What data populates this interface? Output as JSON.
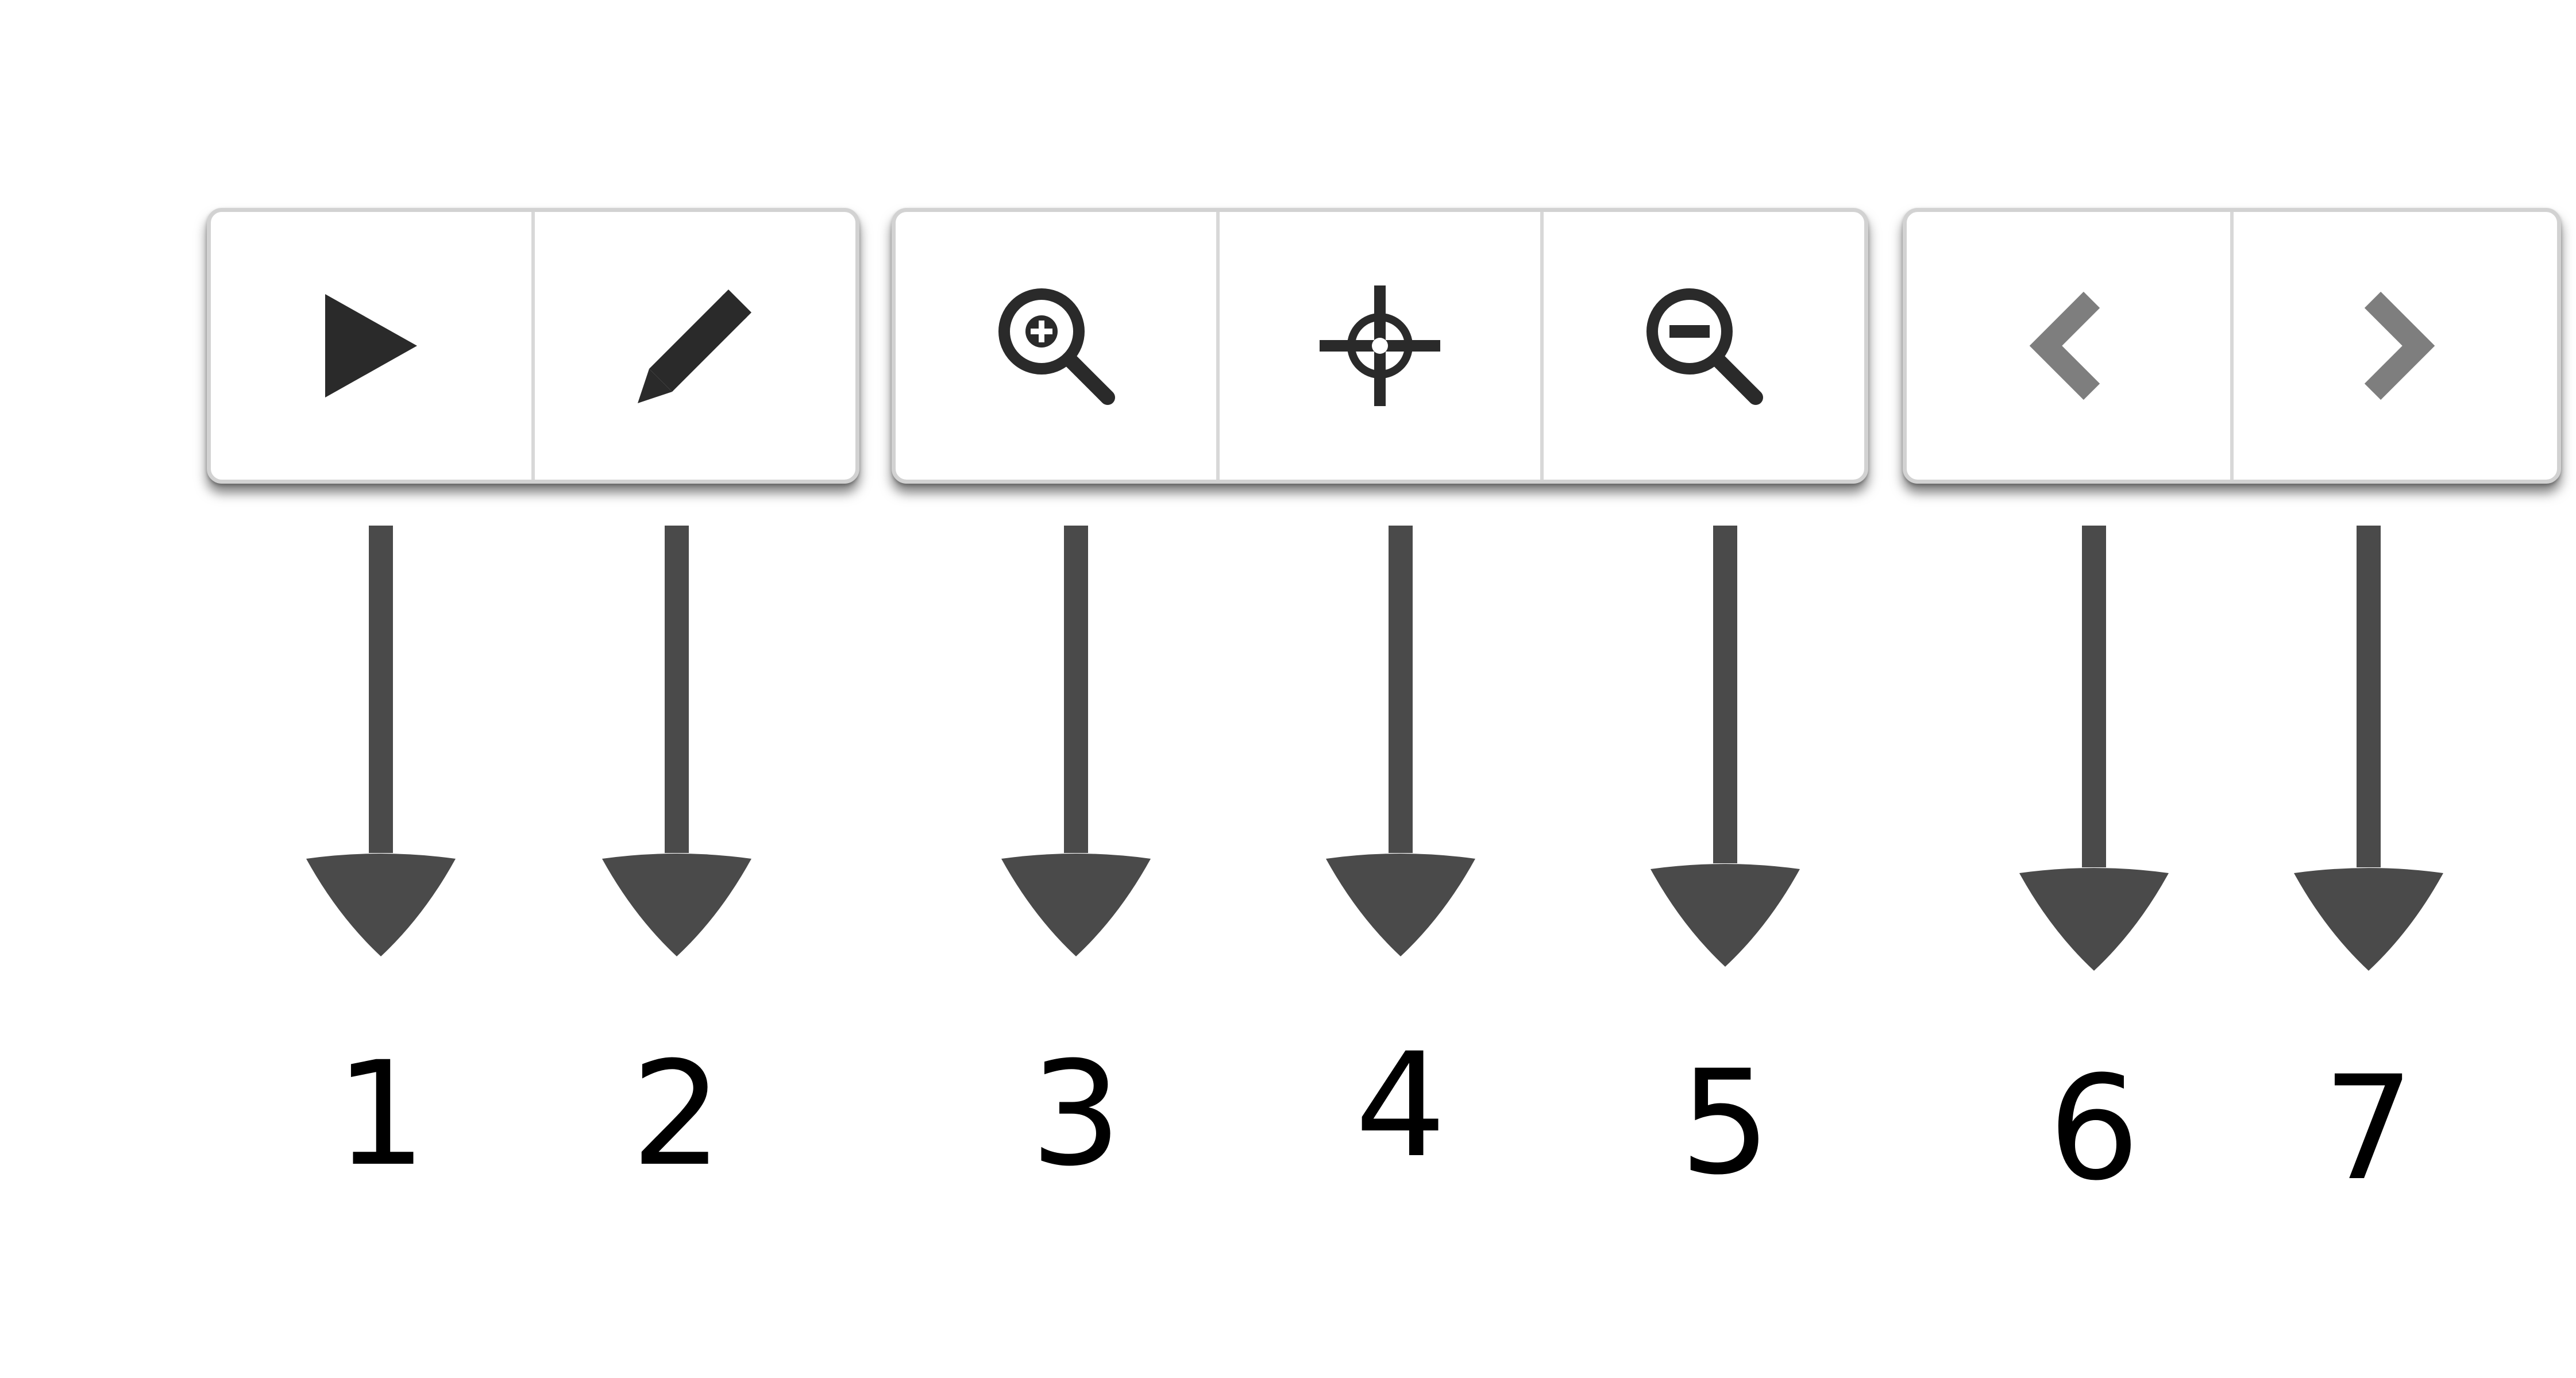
{
  "colors": {
    "icon_dark": "#2a2a2a",
    "icon_gray": "#7e7e7e",
    "arrow": "#4a4a4a",
    "button_bg": "#ffffff",
    "divider": "#d8d8d8"
  },
  "toolbar": {
    "groups": [
      {
        "id": "mode",
        "buttons": [
          {
            "icon": "play-icon"
          },
          {
            "icon": "pencil-icon"
          }
        ]
      },
      {
        "id": "zoom",
        "buttons": [
          {
            "icon": "zoom-in-icon"
          },
          {
            "icon": "crosshair-icon"
          },
          {
            "icon": "zoom-out-icon"
          }
        ]
      },
      {
        "id": "nav",
        "buttons": [
          {
            "icon": "chevron-left-icon"
          },
          {
            "icon": "chevron-right-icon"
          }
        ]
      }
    ]
  },
  "callouts": {
    "labels": [
      "1",
      "2",
      "3",
      "4",
      "5",
      "6",
      "7"
    ]
  }
}
